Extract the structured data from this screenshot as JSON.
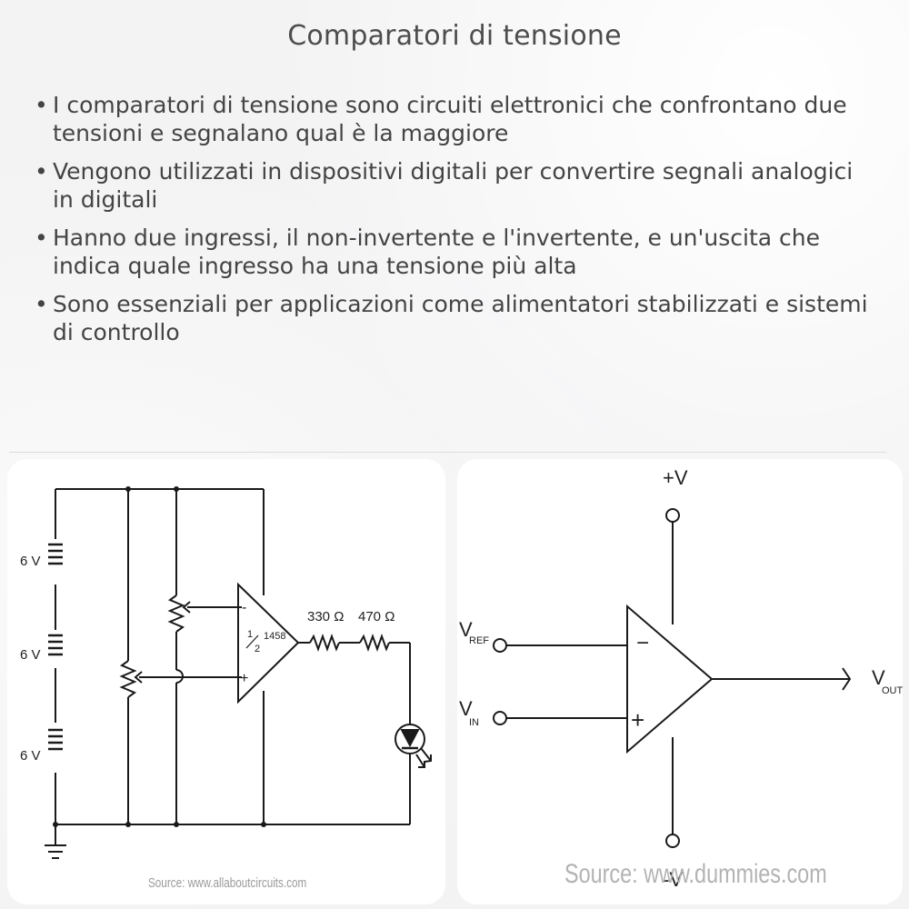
{
  "title": "Comparatori di tensione",
  "bullets": [
    "I comparatori di tensione sono circuiti elettronici che confrontano due tensioni e segnalano qual è la maggiore",
    "Vengono utilizzati in dispositivi digitali per convertire segnali analogici in digitali",
    "Hanno due ingressi, il non-invertente e l'invertente, e un'uscita che indica quale ingresso ha una tensione più alta",
    "Sono essenziali per applicazioni come alimentatori stabilizzati e sistemi di controllo"
  ],
  "bullet_symbol": "•",
  "left_diagram": {
    "battery_labels": [
      "6 V",
      "6 V",
      "6 V"
    ],
    "opamp_fraction_num": "1",
    "opamp_fraction_den": "2",
    "opamp_part": "1458",
    "minus": "-",
    "plus": "+",
    "resistor1": "330 Ω",
    "resistor2": "470 Ω",
    "source": "Source: www.allaboutcircuits.com"
  },
  "right_diagram": {
    "supply_pos": "+V",
    "supply_neg": "-V",
    "vref_main": "V",
    "vref_sub": "REF",
    "vin_main": "V",
    "vin_sub": "IN",
    "vout_main": "V",
    "vout_sub": "OUT",
    "minus": "−",
    "plus": "+",
    "source": "Source: www.dummies.com"
  }
}
